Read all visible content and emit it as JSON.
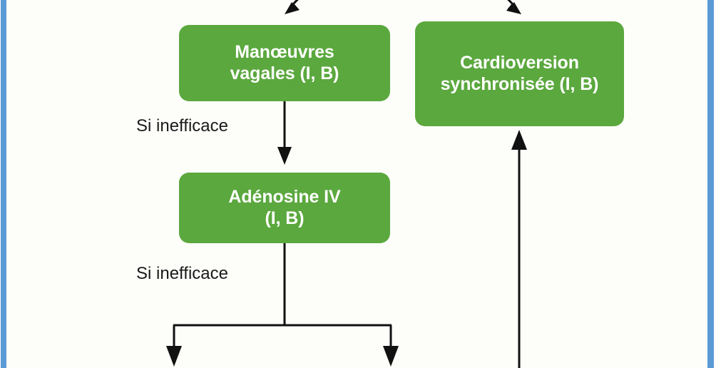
{
  "page": {
    "background_color": "#fdfdfa",
    "edge_band_color": "#5b9bd5",
    "node_color": "#5ba83e",
    "node_text_color": "#ffffff",
    "connector_color": "#111111"
  },
  "nodes": [
    {
      "id": "vagal",
      "line1": "Manœuvres",
      "line2": "vagales (I, B)"
    },
    {
      "id": "cardioversion",
      "line1": "Cardioversion",
      "line2": "synchronisée (I, B)"
    },
    {
      "id": "adenosine",
      "line1": "Adénosine IV",
      "line2": "(I, B)"
    }
  ],
  "labels": {
    "inefficace_1": "Si inefficace",
    "inefficace_2": "Si inefficace"
  },
  "connectors": [
    {
      "id": "arrow-into-vagal",
      "type": "diagonal-arrow-down-left"
    },
    {
      "id": "arrow-into-cardioversion",
      "type": "diagonal-arrow-down-right"
    },
    {
      "id": "arrow-vagal-to-adenosine",
      "type": "vertical-arrow-down"
    },
    {
      "id": "arrow-up-to-cardioversion",
      "type": "vertical-arrow-up"
    },
    {
      "id": "split-from-adenosine",
      "type": "split-fork-two-arrows-down"
    }
  ]
}
